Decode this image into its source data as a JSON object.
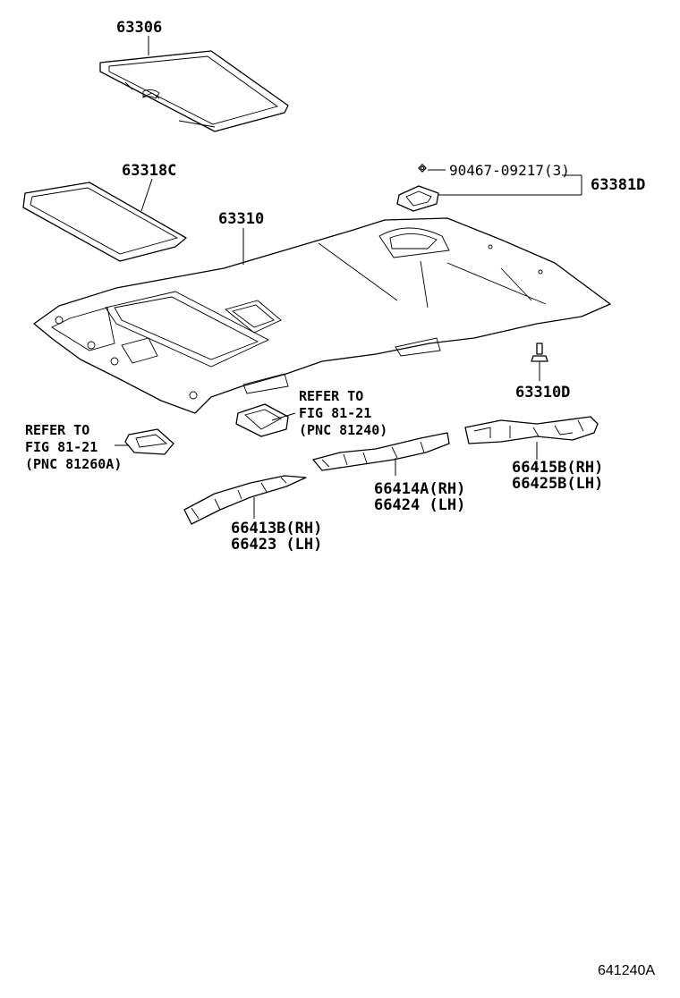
{
  "diagram": {
    "parts": [
      {
        "id": "p63306",
        "label": "63306"
      },
      {
        "id": "p63318c",
        "label": "63318C"
      },
      {
        "id": "p63310",
        "label": "63310"
      },
      {
        "id": "p90467",
        "label": "90467-09217(3)"
      },
      {
        "id": "p63381d",
        "label": "63381D"
      },
      {
        "id": "p63310d",
        "label": "63310D"
      },
      {
        "id": "p66415b",
        "label": "66415B(RH)"
      },
      {
        "id": "p66425b",
        "label": "66425B(LH)"
      },
      {
        "id": "p66414a",
        "label": "66414A(RH)"
      },
      {
        "id": "p66424",
        "label": "66424  (LH)"
      },
      {
        "id": "p66413b",
        "label": "66413B(RH)"
      },
      {
        "id": "p66423",
        "label": "66423  (LH)"
      }
    ],
    "refs": [
      {
        "id": "ref_right",
        "lines": [
          "REFER TO",
          "FIG 81-21",
          "(PNC 81240)"
        ]
      },
      {
        "id": "ref_left",
        "lines": [
          "REFER TO",
          "FIG 81-21",
          "(PNC 81260A)"
        ]
      }
    ],
    "figure_code": "641240A"
  }
}
